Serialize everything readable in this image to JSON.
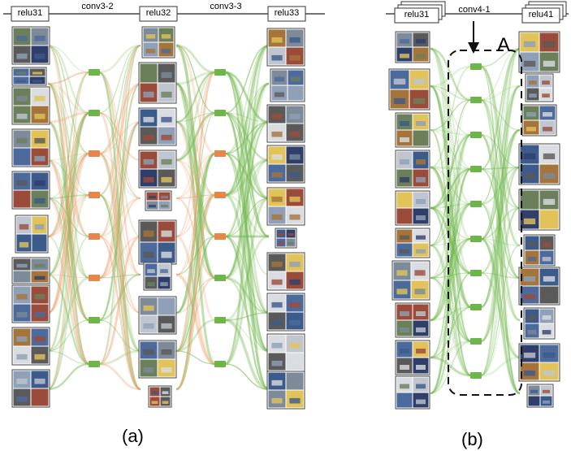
{
  "panel_a": {
    "layer_left": "relu31",
    "layer_mid": "relu32",
    "layer_right": "relu33",
    "conn_left": "conv3-2",
    "conn_right": "conv3-3",
    "caption": "(a)"
  },
  "panel_b": {
    "layer_left": "relu31",
    "layer_right": "relu41",
    "conn": "conv4-1",
    "annotation": "A",
    "caption": "(b)"
  },
  "colors": {
    "edge_green": "#6fb64a",
    "edge_orange": "#f0a070",
    "node_green": "#6fb64a",
    "node_orange": "#e8864a",
    "thumb_bg": "#9aa8b8"
  }
}
